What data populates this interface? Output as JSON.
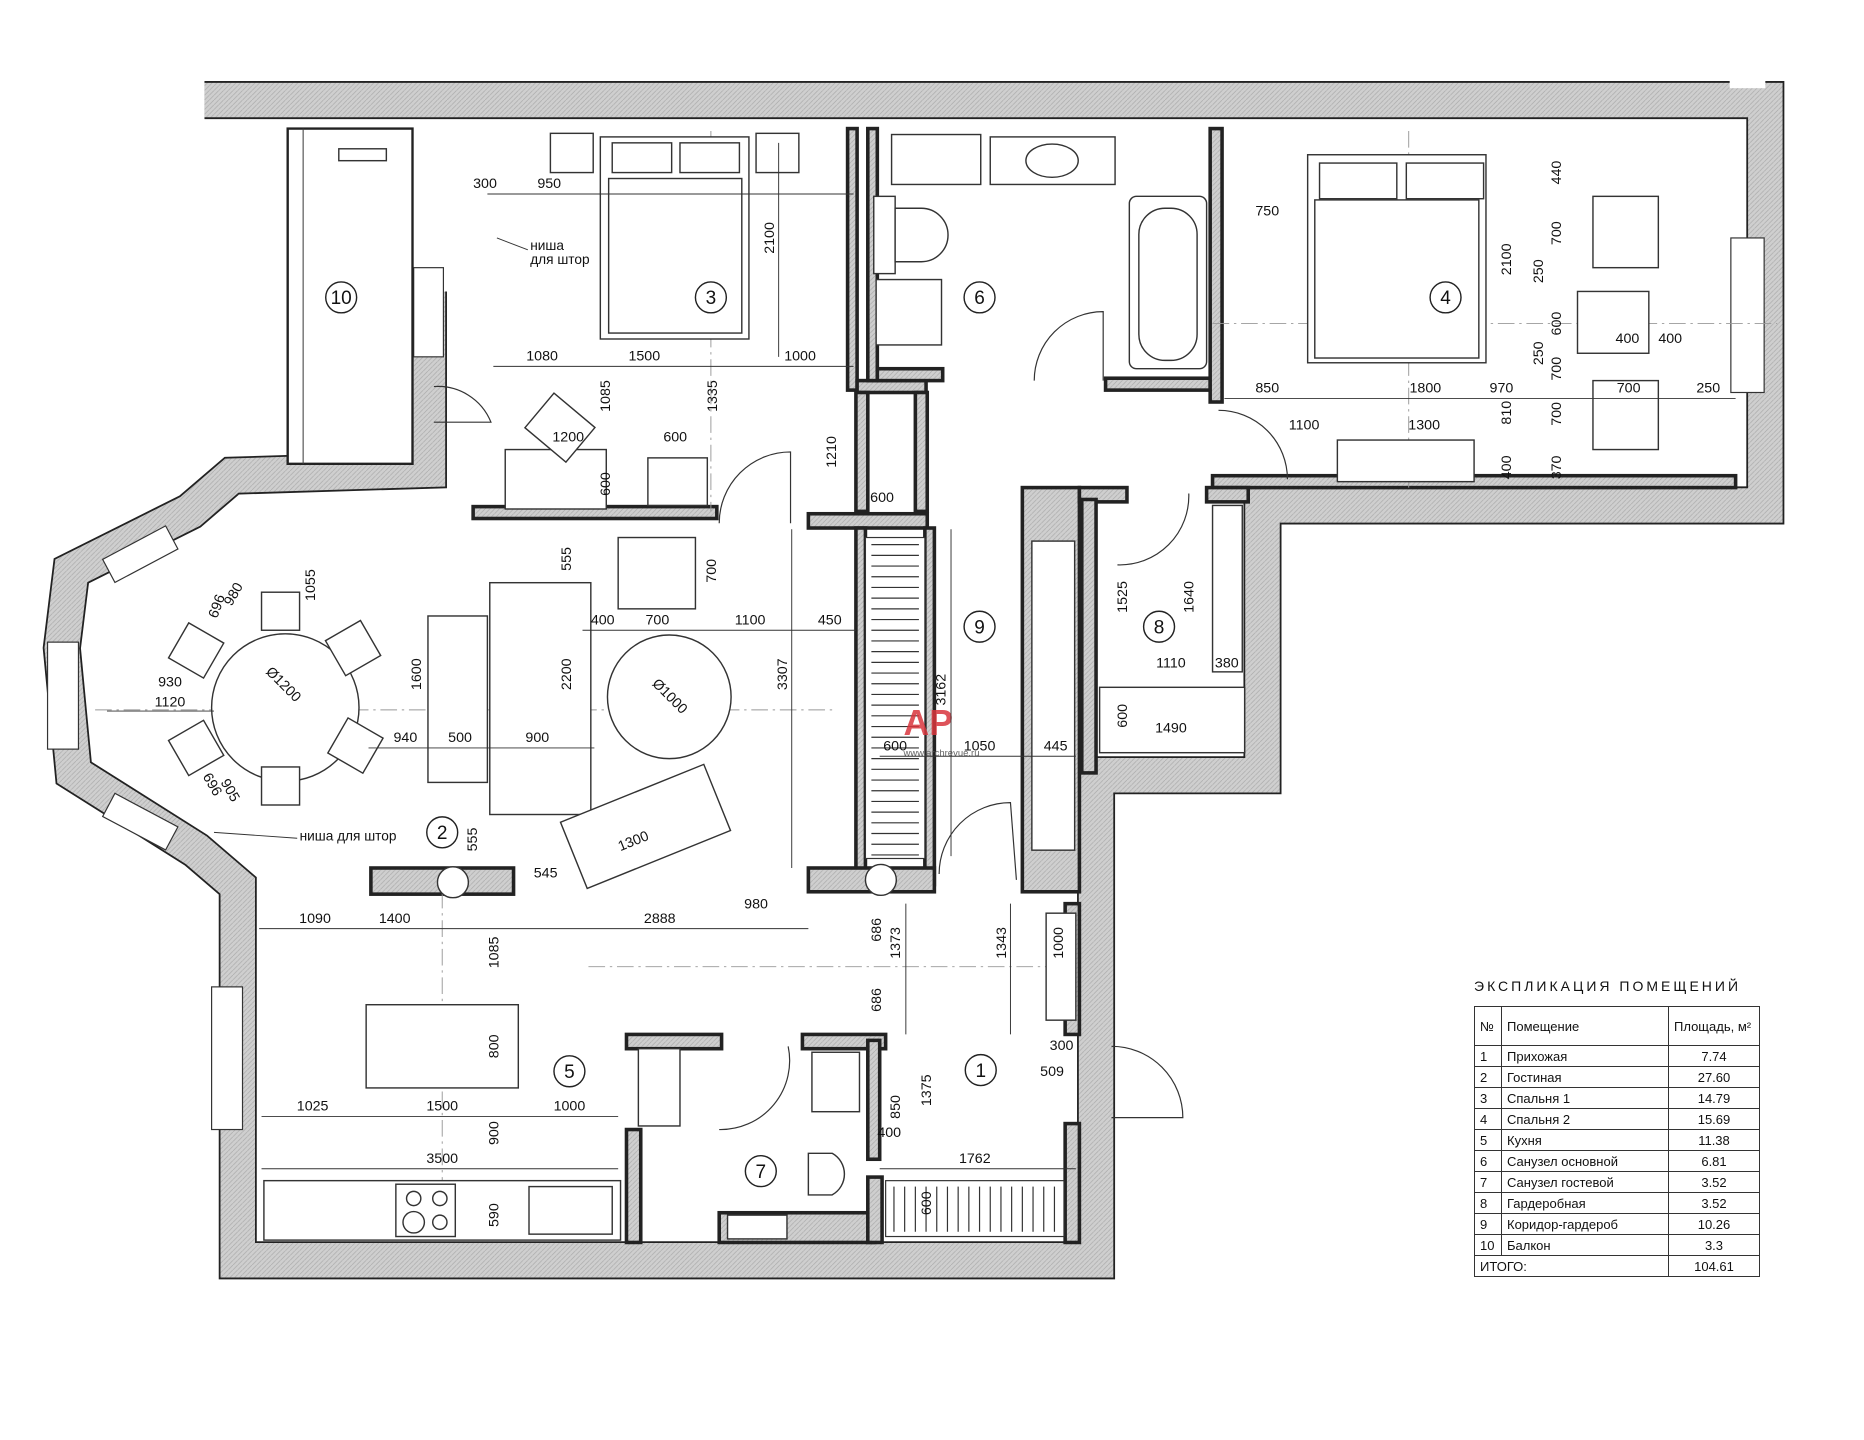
{
  "plan": {
    "rooms": [
      "1",
      "2",
      "3",
      "4",
      "5",
      "6",
      "7",
      "8",
      "9",
      "10"
    ],
    "notes": {
      "niche_word": "ниша",
      "niche_for_curtains_2": "для штор",
      "niche_for_curtains": "ниша для штор"
    },
    "watermark": {
      "logo": "АР",
      "url": "www.archrevue.ru"
    },
    "dimensions_h": [
      "300",
      "950",
      "1080",
      "1500",
      "1000",
      "1200",
      "600",
      "750",
      "850",
      "1800",
      "970",
      "1100",
      "1300",
      "400",
      "400",
      "700",
      "250",
      "600",
      "400",
      "700",
      "1100",
      "450",
      "930",
      "1120",
      "940",
      "500",
      "900",
      "1110",
      "380",
      "1490",
      "600",
      "1050",
      "445",
      "545",
      "1090",
      "1400",
      "2888",
      "980",
      "300",
      "509",
      "1025",
      "1500",
      "1000",
      "400",
      "3500",
      "1762"
    ],
    "dimensions_v": [
      "2100",
      "1085",
      "1335",
      "600",
      "1210",
      "2100",
      "440",
      "700",
      "250",
      "600",
      "250",
      "810",
      "400",
      "700",
      "370",
      "555",
      "700",
      "1055",
      "1600",
      "2200",
      "3307",
      "3162",
      "1525",
      "1640",
      "600",
      "555",
      "1085",
      "686",
      "1373",
      "686",
      "1343",
      "1000",
      "800",
      "900",
      "850",
      "1375",
      "590",
      "600",
      "700"
    ],
    "dimensions_diag": [
      "980",
      "696",
      "Ø1200",
      "Ø1000",
      "696",
      "905",
      "1300"
    ]
  },
  "explication": {
    "title": "ЭКСПЛИКАЦИЯ ПОМЕЩЕНИЙ",
    "headers": {
      "num": "№",
      "room": "Помещение",
      "area": "Площадь, м²"
    },
    "rows": [
      {
        "num": "1",
        "room": "Прихожая",
        "area": "7.74"
      },
      {
        "num": "2",
        "room": "Гостиная",
        "area": "27.60"
      },
      {
        "num": "3",
        "room": "Спальня 1",
        "area": "14.79"
      },
      {
        "num": "4",
        "room": "Спальня 2",
        "area": "15.69"
      },
      {
        "num": "5",
        "room": "Кухня",
        "area": "11.38"
      },
      {
        "num": "6",
        "room": "Санузел основной",
        "area": "6.81"
      },
      {
        "num": "7",
        "room": "Санузел гостевой",
        "area": "3.52"
      },
      {
        "num": "8",
        "room": "Гардеробная",
        "area": "3.52"
      },
      {
        "num": "9",
        "room": "Коридор-гардероб",
        "area": "10.26"
      },
      {
        "num": "10",
        "room": "Балкон",
        "area": "3.3"
      }
    ],
    "total_label": "ИТОГО:",
    "total_value": "104.61"
  },
  "colors": {
    "wall": "#c9c9c9",
    "line": "#222222",
    "watermark": "#d9363e"
  }
}
